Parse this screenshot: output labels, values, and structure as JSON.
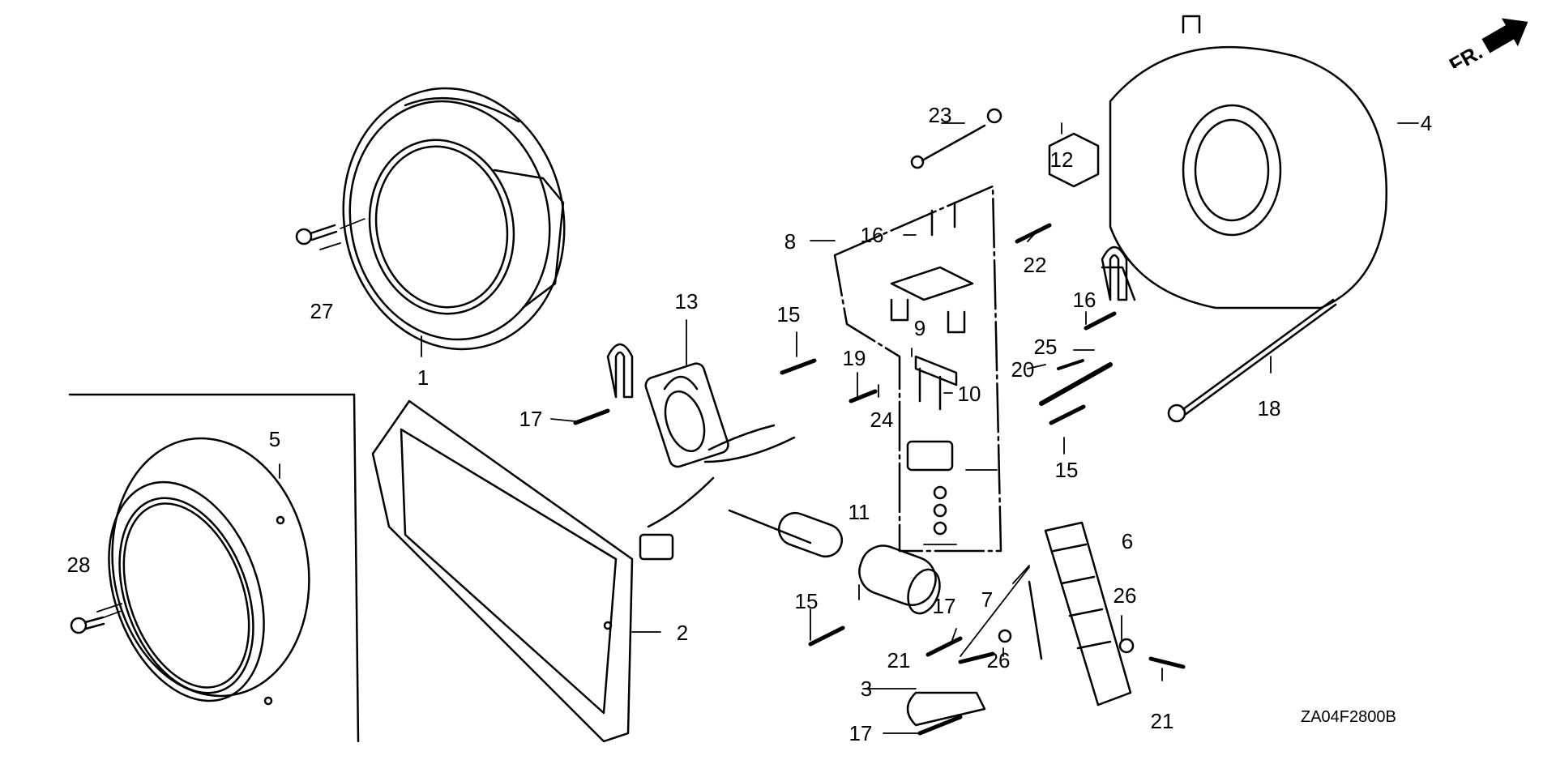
{
  "diagram": {
    "title": "Generator parts exploded view",
    "drawing_code": "ZA04F2800B",
    "direction_indicator": {
      "label": "FR.",
      "icon": "arrow-up-right-icon"
    },
    "part_labels": [
      {
        "id": "1"
      },
      {
        "id": "2"
      },
      {
        "id": "3"
      },
      {
        "id": "4"
      },
      {
        "id": "5"
      },
      {
        "id": "6"
      },
      {
        "id": "7"
      },
      {
        "id": "8"
      },
      {
        "id": "9"
      },
      {
        "id": "10"
      },
      {
        "id": "11"
      },
      {
        "id": "12"
      },
      {
        "id": "13"
      },
      {
        "id": "15"
      },
      {
        "id": "15"
      },
      {
        "id": "15"
      },
      {
        "id": "16"
      },
      {
        "id": "16"
      },
      {
        "id": "17"
      },
      {
        "id": "17"
      },
      {
        "id": "17"
      },
      {
        "id": "18"
      },
      {
        "id": "19"
      },
      {
        "id": "20"
      },
      {
        "id": "21"
      },
      {
        "id": "21"
      },
      {
        "id": "22"
      },
      {
        "id": "23"
      },
      {
        "id": "24"
      },
      {
        "id": "25"
      },
      {
        "id": "26"
      },
      {
        "id": "26"
      },
      {
        "id": "27"
      },
      {
        "id": "28"
      }
    ]
  }
}
